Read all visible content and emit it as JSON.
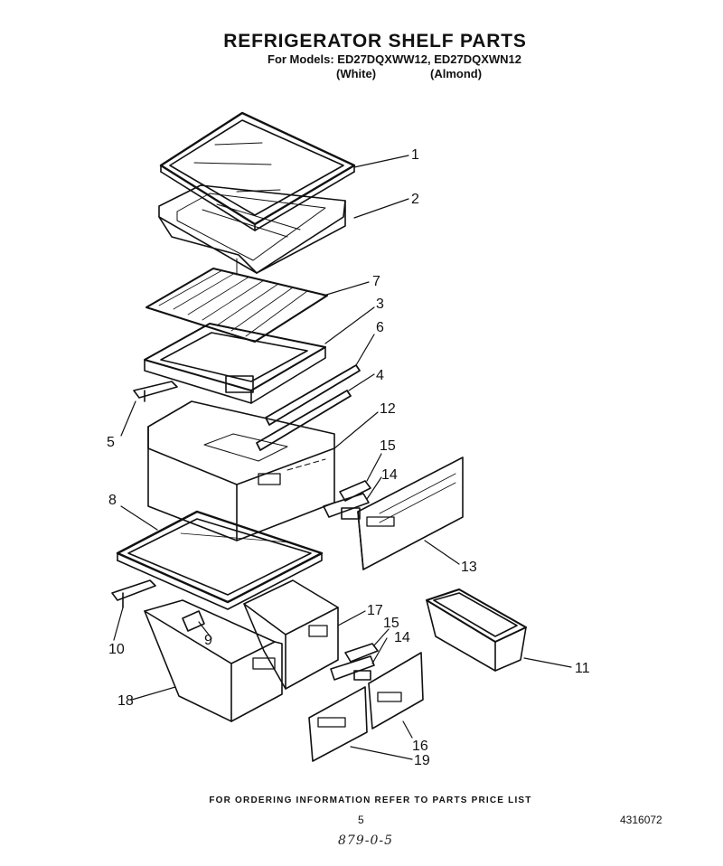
{
  "header": {
    "title": "REFRIGERATOR SHELF PARTS",
    "models": "For Models: ED27DQXWW12, ED27DQXWN12",
    "variant_white": "(White)",
    "variant_almond": "(Almond)"
  },
  "callouts": [
    "1",
    "2",
    "7",
    "3",
    "6",
    "4",
    "5",
    "12",
    "15",
    "14",
    "8",
    "13",
    "17",
    "15",
    "14",
    "10",
    "9",
    "11",
    "18",
    "16",
    "19"
  ],
  "footer": {
    "ordering_note": "FOR ORDERING INFORMATION REFER TO PARTS PRICE LIST",
    "page_number": "5",
    "document_number": "4316072",
    "handwritten_code": "879-0-5"
  },
  "colors": {
    "ink": "#111111",
    "paper": "#ffffff"
  }
}
